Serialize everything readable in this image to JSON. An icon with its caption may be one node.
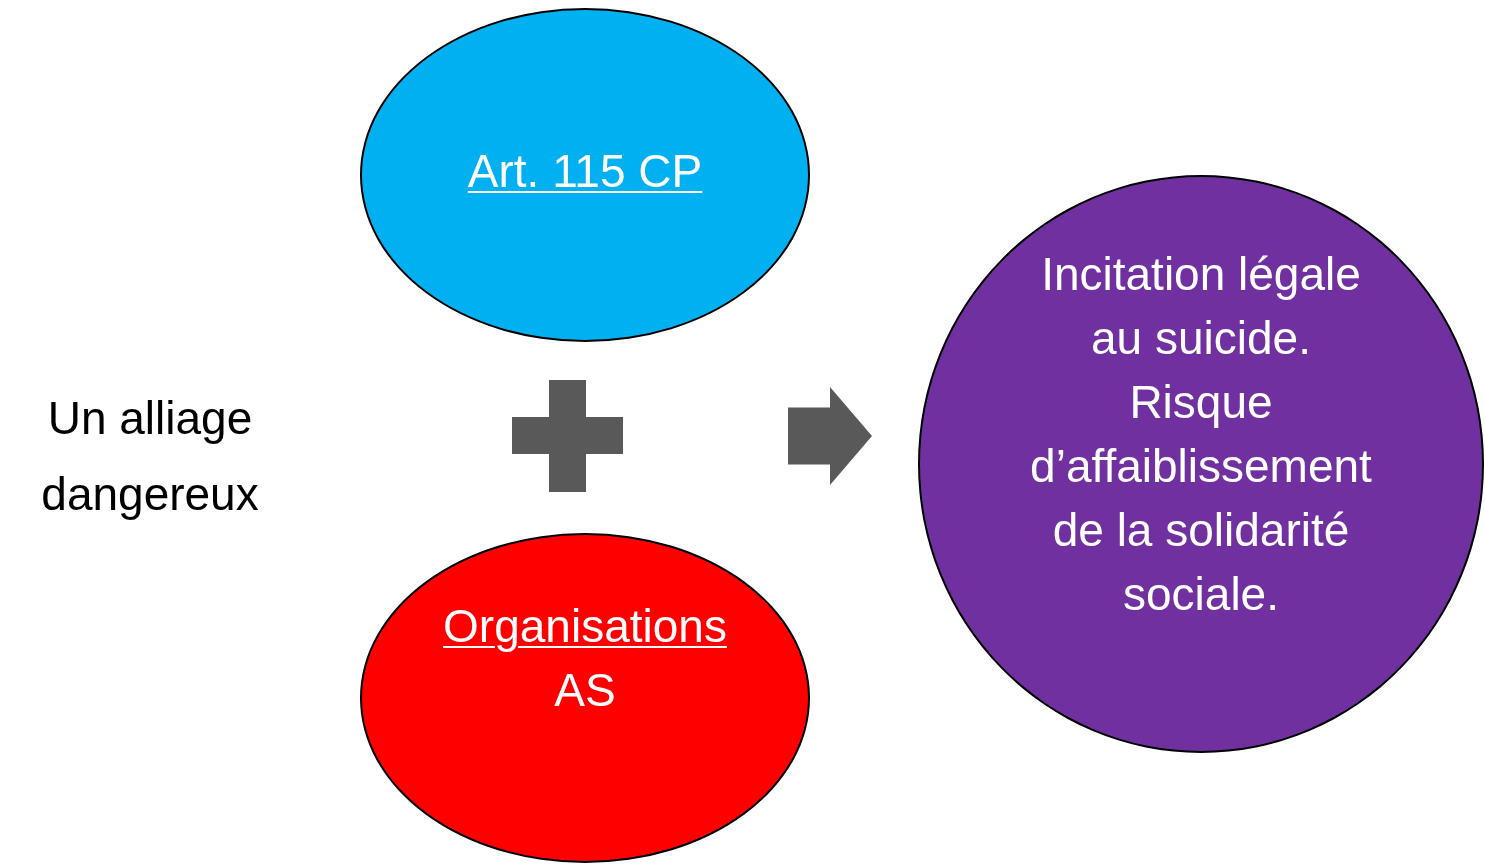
{
  "diagram": {
    "nodes": [
      {
        "text": [
          "Art. 115 CP"
        ]
      },
      {
        "text": [
          "Organisations",
          "AS"
        ]
      },
      {
        "text": [
          "Incitation légale au suicide.",
          "Risque d’affaiblissement de la solidarité sociale."
        ]
      }
    ],
    "edges": [
      {
        "from": null,
        "to": 2,
        "arrow": "to"
      }
    ],
    "labels": [
      "Un alliage dangereux"
    ]
  }
}
